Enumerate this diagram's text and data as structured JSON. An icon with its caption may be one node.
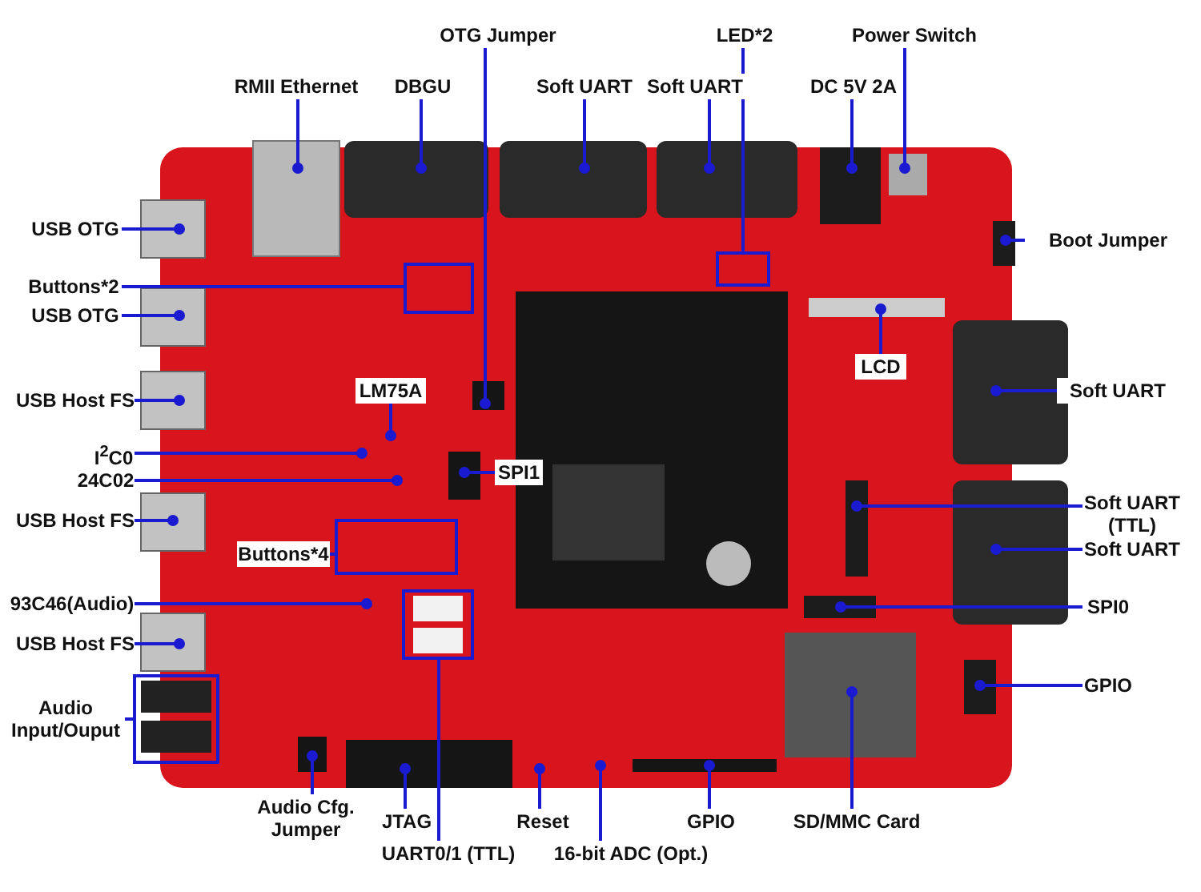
{
  "diagram": {
    "nodes": [
      {
        "text": [
          "OTG Jumper"
        ]
      },
      {
        "text": [
          "RMII Ethernet"
        ]
      },
      {
        "text": [
          "DBGU"
        ]
      },
      {
        "text": [
          "Soft UART"
        ]
      },
      {
        "text": [
          "LED*2"
        ]
      },
      {
        "text": [
          "Soft UART"
        ]
      },
      {
        "text": [
          "Power Switch"
        ]
      },
      {
        "text": [
          "DC 5V 2A"
        ]
      },
      {
        "text": [
          "USB OTG"
        ]
      },
      {
        "text": [
          "Boot Jumper"
        ]
      },
      {
        "text": [
          "Buttons*2"
        ]
      },
      {
        "text": [
          "USB OTG"
        ]
      },
      {
        "text": [
          "LCD"
        ]
      },
      {
        "text": [
          "USB Host FS"
        ]
      },
      {
        "text": [
          "LM75A"
        ]
      },
      {
        "text": [
          "Soft UART"
        ]
      },
      {
        "text": [
          "I$^{2}$C0"
        ]
      },
      {
        "text": [
          "24C02"
        ]
      },
      {
        "text": [
          "SPI1"
        ]
      },
      {
        "text": [
          "USB Host FS"
        ]
      },
      {
        "text": [
          "Soft UART (TTL)"
        ]
      },
      {
        "text": [
          "Buttons*4"
        ]
      },
      {
        "text": [
          "Soft UART"
        ]
      },
      {
        "text": [
          "93C46(Audio)"
        ]
      },
      {
        "text": [
          "SPI0"
        ]
      },
      {
        "text": [
          "USB Host FS"
        ]
      },
      {
        "text": [
          "Audio Input/Ouput"
        ]
      },
      {
        "text": [
          "GPIO"
        ]
      },
      {
        "text": [
          "Audio Cfg. Jumper"
        ]
      },
      {
        "text": [
          "JTAG"
        ]
      },
      {
        "text": [
          "UART0/1 (TTL)"
        ]
      },
      {
        "text": [
          "Reset"
        ]
      },
      {
        "text": [
          "16-bit ADC (Opt.)"
        ]
      },
      {
        "text": [
          "GPIO"
        ]
      },
      {
        "text": [
          "SD/MMC Card"
        ]
      }
    ],
    "edges": [
      {
        "from": 0,
        "to": null,
        "arrow": "other"
      },
      {
        "from": 1,
        "to": null,
        "arrow": "other"
      },
      {
        "from": 2,
        "to": null,
        "arrow": "other"
      },
      {
        "from": 3,
        "to": null,
        "arrow": "other"
      },
      {
        "from": 4,
        "to": null,
        "arrow": "none"
      },
      {
        "from": 5,
        "to": null,
        "arrow": "other"
      },
      {
        "from": 6,
        "to": null,
        "arrow": "other"
      },
      {
        "from": 7,
        "to": null,
        "arrow": "other"
      },
      {
        "from": 8,
        "to": null,
        "arrow": "other"
      },
      {
        "from": 9,
        "to": null,
        "arrow": "other"
      },
      {
        "from": 10,
        "to": null,
        "arrow": "none"
      },
      {
        "from": 11,
        "to": null,
        "arrow": "other"
      },
      {
        "from": 12,
        "to": null,
        "arrow": "other"
      },
      {
        "from": 13,
        "to": null,
        "arrow": "other"
      },
      {
        "from": 14,
        "to": null,
        "arrow": "other"
      },
      {
        "from": 15,
        "to": null,
        "arrow": "other"
      },
      {
        "from": 16,
        "to": null,
        "arrow": "other"
      },
      {
        "from": 17,
        "to": null,
        "arrow": "other"
      },
      {
        "from": 18,
        "to": null,
        "arrow": "other"
      },
      {
        "from": 19,
        "to": null,
        "arrow": "other"
      },
      {
        "from": 20,
        "to": null,
        "arrow": "other"
      },
      {
        "from": 21,
        "to": null,
        "arrow": "none"
      },
      {
        "from": 22,
        "to": null,
        "arrow": "other"
      },
      {
        "from": 23,
        "to": null,
        "arrow": "other"
      },
      {
        "from": 24,
        "to": null,
        "arrow": "other"
      },
      {
        "from": 25,
        "to": null,
        "arrow": "other"
      },
      {
        "from": 26,
        "to": null,
        "arrow": "none"
      },
      {
        "from": 27,
        "to": null,
        "arrow": "other"
      },
      {
        "from": 28,
        "to": null,
        "arrow": "other"
      },
      {
        "from": 29,
        "to": null,
        "arrow": "other"
      },
      {
        "from": 30,
        "to": null,
        "arrow": "none"
      },
      {
        "from": 31,
        "to": null,
        "arrow": "other"
      },
      {
        "from": 32,
        "to": null,
        "arrow": "other"
      },
      {
        "from": 33,
        "to": null,
        "arrow": "other"
      },
      {
        "from": 34,
        "to": null,
        "arrow": "other"
      }
    ]
  }
}
